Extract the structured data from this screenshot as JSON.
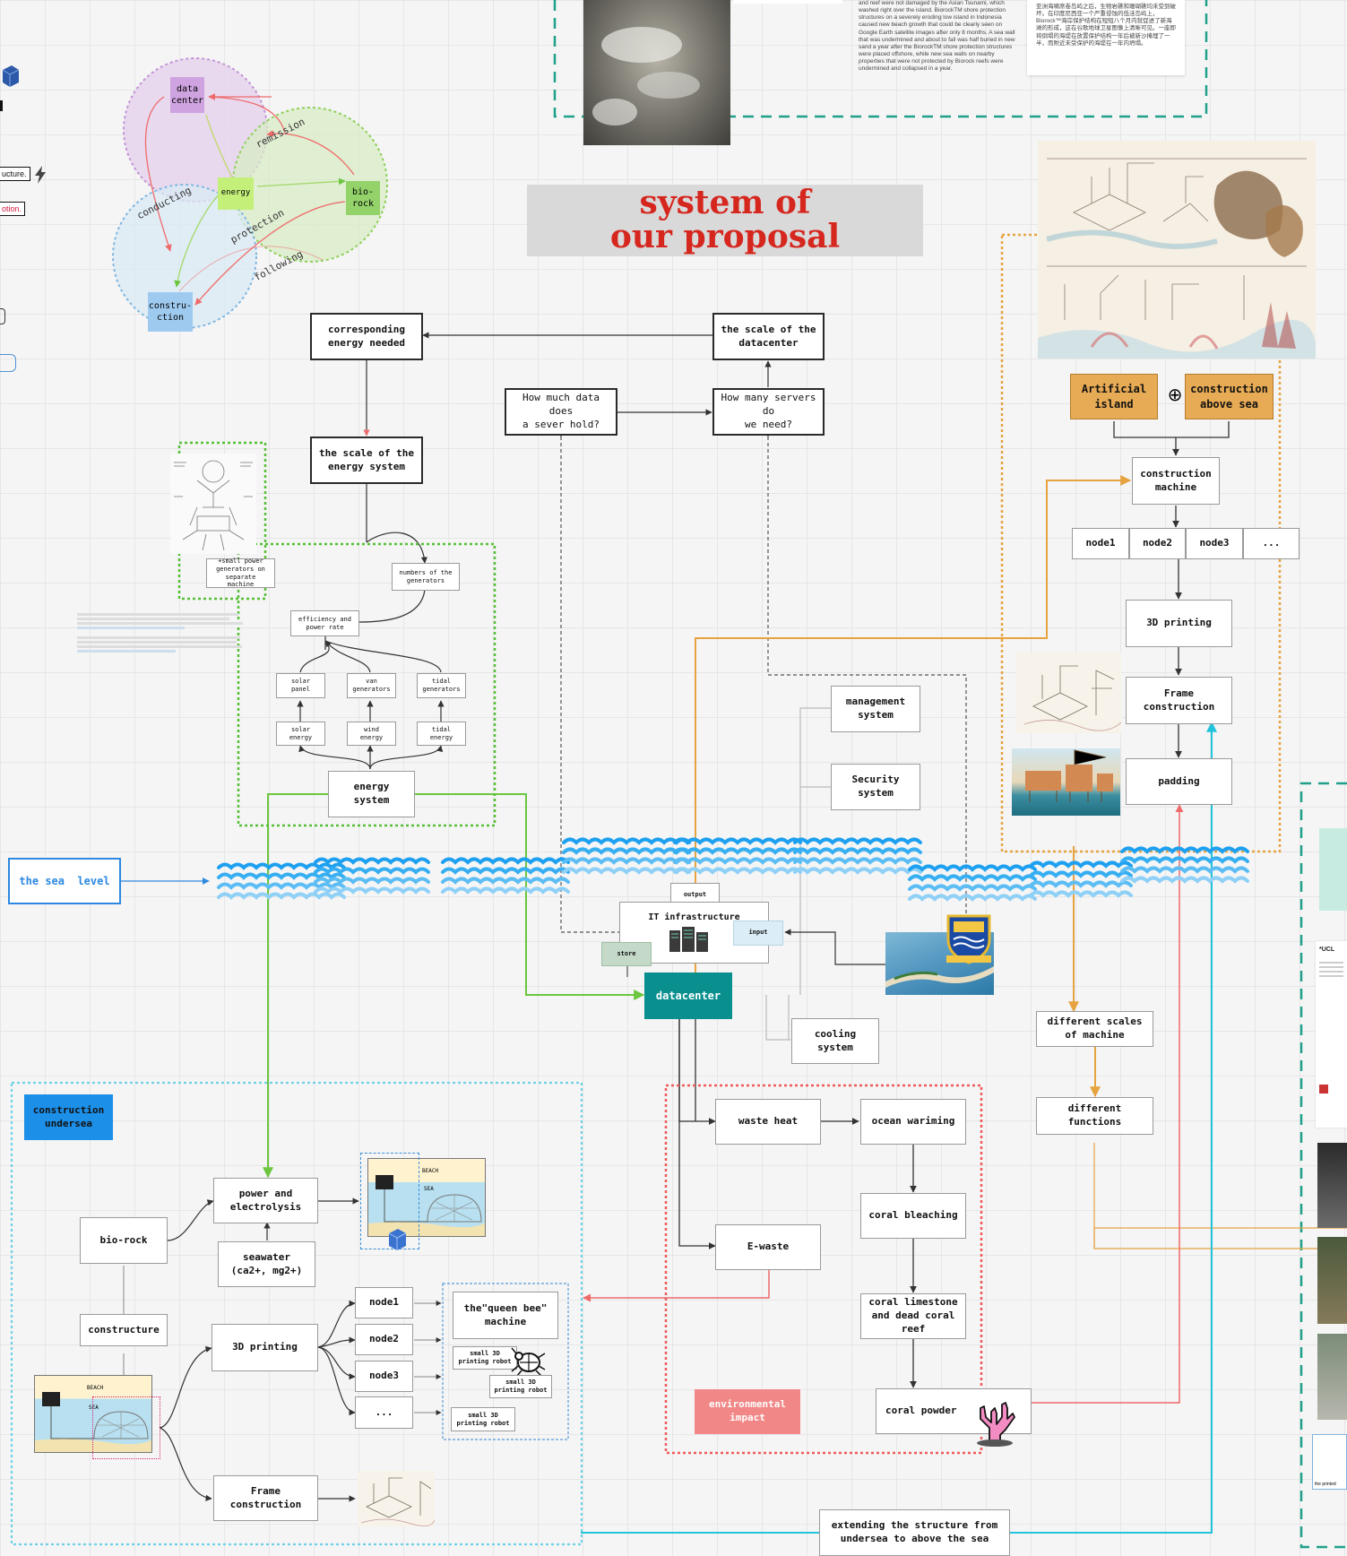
{
  "title": {
    "line1": "system of",
    "line2": "our proposal"
  },
  "venn": {
    "data_center": "data\ncenter",
    "energy": "energy",
    "bio_rock": "bio-\nrock",
    "construction": "constru-\nction",
    "remission": "remission",
    "conducting": "conducting",
    "protection": "protection",
    "following": "following"
  },
  "left_edge": {
    "structure_tag": "ucture.",
    "option_tag": "otion."
  },
  "energy_flow": {
    "corresponding_energy": "corresponding\nenergy needed",
    "energy_scale": "the scale of the\nenergy system",
    "numbers_generators": "numbers of the\ngenerators",
    "efficiency": "efficiency and\npower rate",
    "small_generators": "+small power\ngenerators on\nseparate machine",
    "solar_panel": "solar panel",
    "van_generators": "van\ngenerators",
    "tidal_generators": "tidal\ngenerators",
    "solar_energy": "solar energy",
    "wind_energy": "wind energy",
    "tidal_energy": "tidal energy",
    "energy_system": "energy\nsystem"
  },
  "datacenter_flow": {
    "scale_datacenter": "the scale of the\ndatacenter",
    "how_much_data": "How much data does\na sever hold?",
    "how_many_servers": "How many servers do\nwe need?",
    "management": "management\nsystem",
    "security": "Security\nsystem",
    "it_infra": "IT infrastructure",
    "output": "output",
    "input": "input",
    "store": "store",
    "datacenter": "datacenter",
    "cooling": "cooling\nsystem"
  },
  "sea_level": "the sea  level",
  "island_flow": {
    "artificial_island": "Artificial\nisland",
    "plus": "⊕",
    "above_sea": "construction\nabove sea",
    "construction_machine": "construction\nmachine",
    "nodes": [
      "node1",
      "node2",
      "node3",
      "..."
    ],
    "printing": "3D printing",
    "frame": "Frame\nconstruction",
    "padding": "padding",
    "different_scales": "different scales\nof machine",
    "different_functions": "different\nfunctions"
  },
  "undersea": {
    "header": "construction\nundersea",
    "bio_rock": "bio-rock",
    "power": "power and\nelectrolysis",
    "seawater": "seawater\n(ca2+, mg2+)",
    "constructure": "constructure",
    "printing": "3D printing",
    "nodes": [
      "node1",
      "node2",
      "node3",
      "..."
    ],
    "queen_bee": "the\"queen bee\"\nmachine",
    "robot1": "small 3D\nprinting robot",
    "robot2": "small 3D\nprinting robot",
    "robot3": "small 3D\nprinting robot",
    "frame": "Frame\nconstruction",
    "beach": "BEACH",
    "sea": "SEA"
  },
  "impact": {
    "waste_heat": "waste heat",
    "ocean_warming": "ocean wariming",
    "coral_bleaching": "coral bleaching",
    "limestone": "coral limestone\nand dead coral\nreef",
    "coral_powder": "coral powder",
    "ewaste": "E-waste",
    "label": "environmental\nimpact"
  },
  "extending": "extending the structure from\nundersea to above the sea",
  "right_edge": {
    "ucl": "*UCL",
    "printed": "the printed"
  },
  "doc_text_en": "and reef were not damaged by the Asian Tsunami, which washed right over the island. BiorockTM shore protection structures on a severely eroding low island in Indonesia caused new beach growth that could be clearly seen on Google Earth satellite images after only 8 months. A sea wall that was undermined and about to fall was half buried in new sand a year after the BiorockTM shore protection structures were placed offshore, while new sea walls on nearby properties that were not protected by Biorock reefs were undermined and collapsed in a year.",
  "doc_text_cn": "亚洲海啸席卷岛屿之后，生物岩礁和珊瑚礁均未受到破坏。在印度尼西亚一个严重侵蚀的低洼岛屿上，Biorock™海岸保护结构在短短八个月内就促进了新海滩的形成，这在谷歌地球卫星图像上清晰可见。一座即将倒塌的海堤在放置保护结构一年后被新沙掩埋了一半，而附近未受保护的海堤在一年内坍塌。",
  "colors": {
    "accent_red": "#d6271f",
    "teal": "#0a8f8f",
    "orange": "#e7ab55",
    "green_dotted": "#55c035",
    "cyan_line": "#23c3dd",
    "coral_red": "#ef6a6a",
    "wave_blue": "#1ea0f0"
  },
  "icons": [
    "cube-icon",
    "lightning-icon",
    "coral-icon",
    "beetle-icon",
    "emblem-icon"
  ]
}
